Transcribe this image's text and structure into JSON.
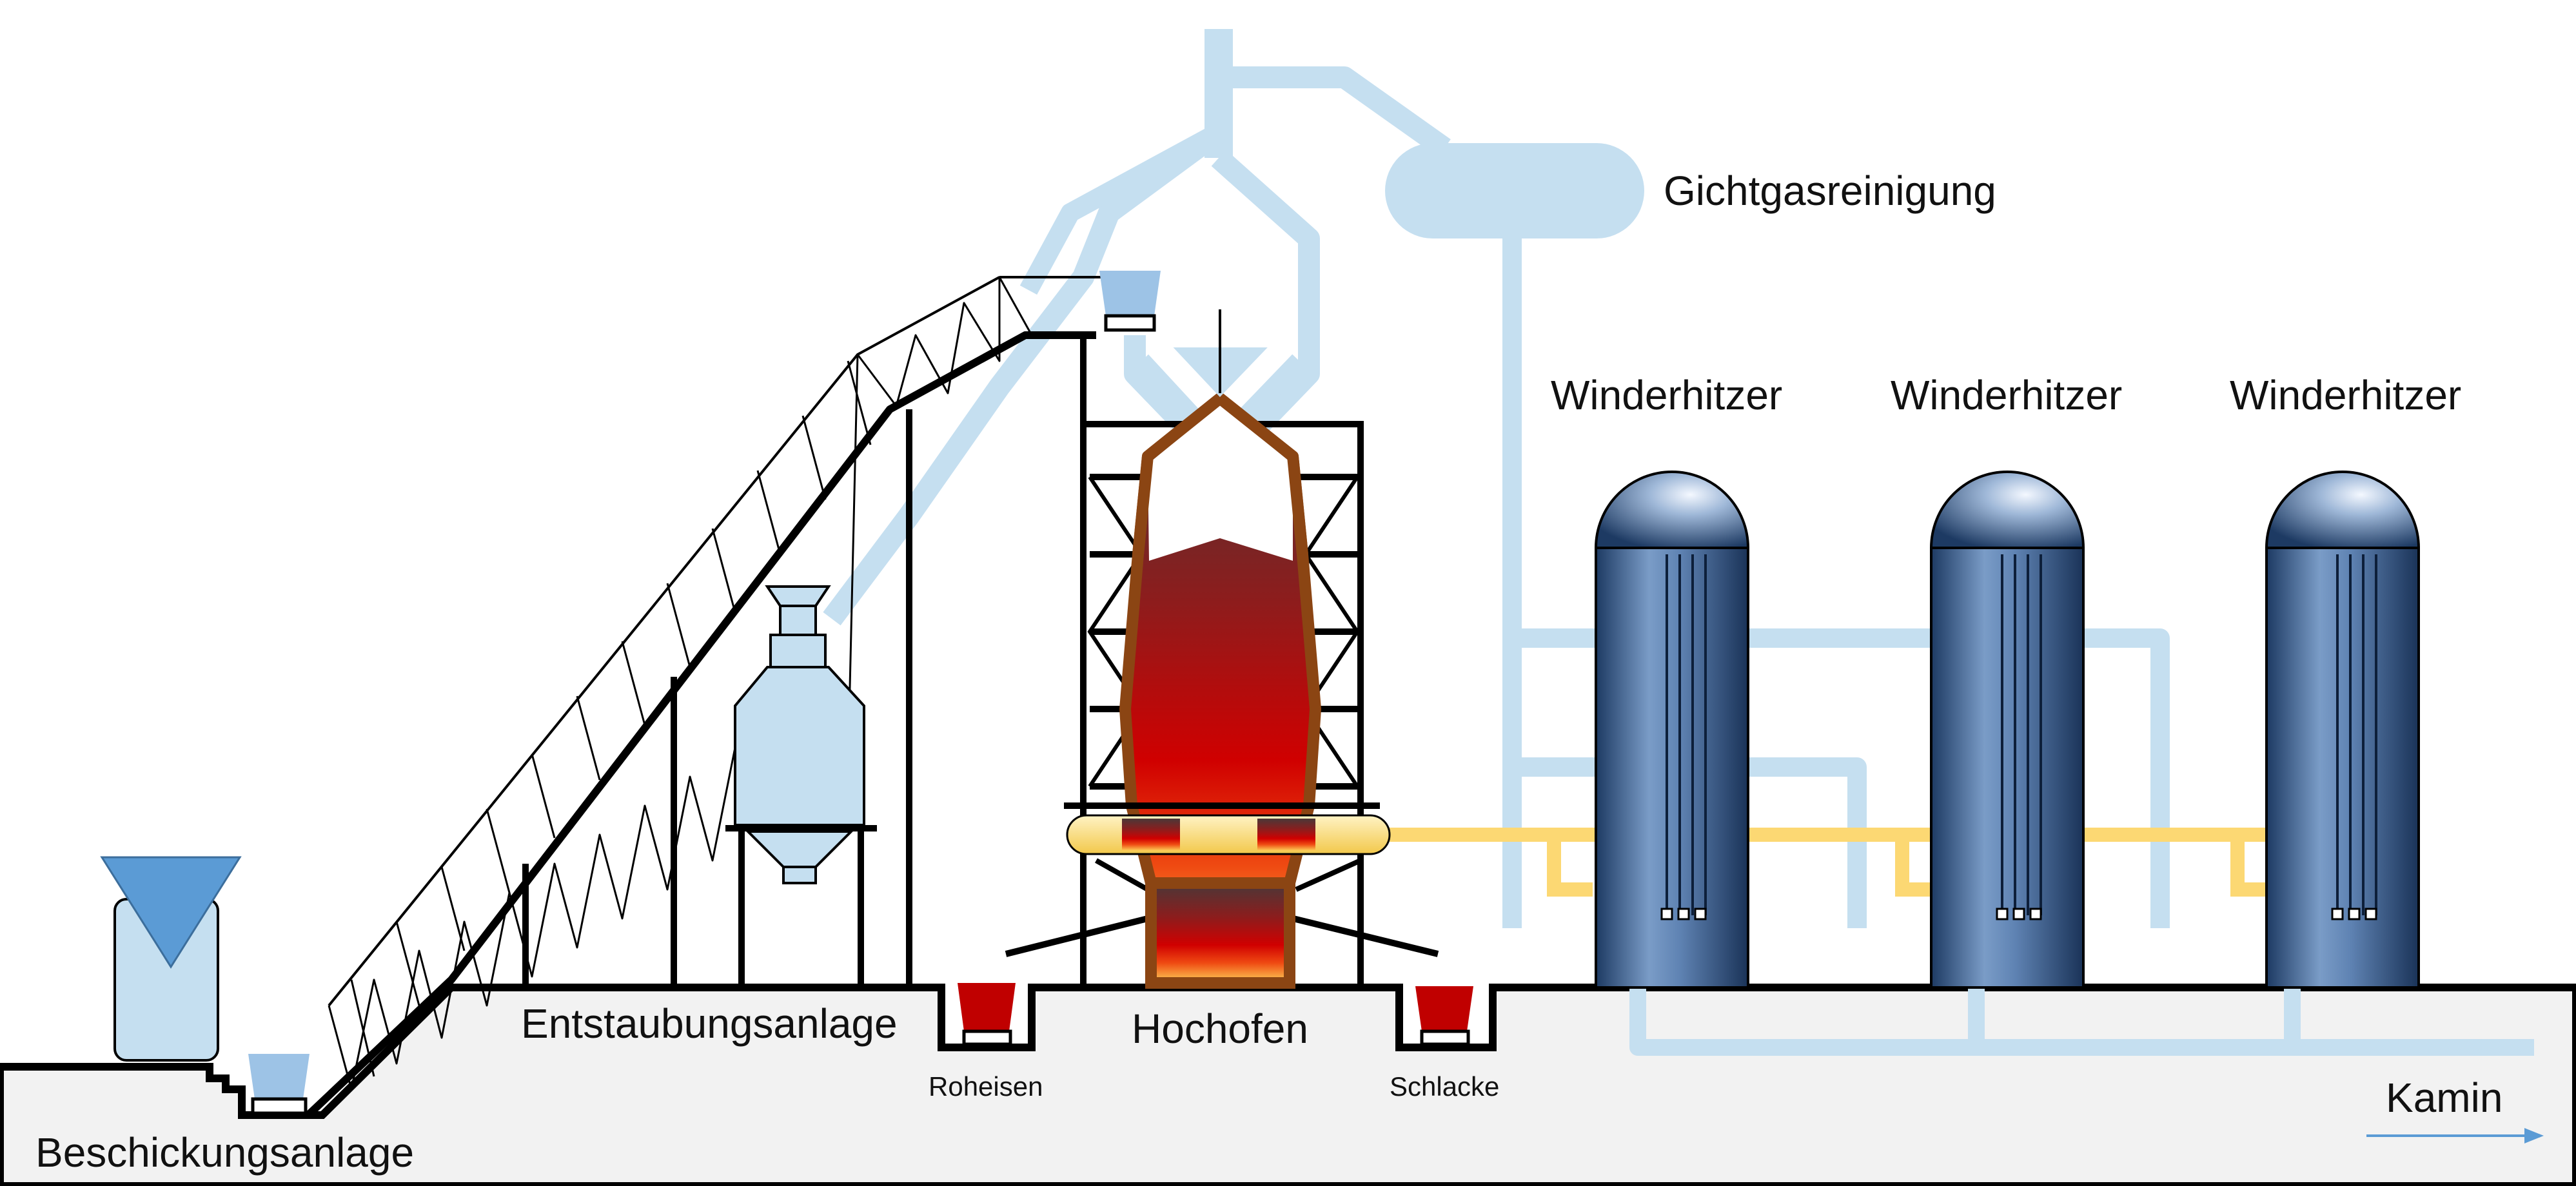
{
  "labels": {
    "gas_cleaning": "Gichtgasreinigung",
    "heater_1": "Winderhitzer",
    "heater_2": "Winderhitzer",
    "heater_3": "Winderhitzer",
    "dedusting": "Entstaubungsanlage",
    "furnace": "Hochofen",
    "charging": "Beschickungsanlage",
    "pig_iron": "Roheisen",
    "slag": "Schlacke",
    "chimney": "Kamin"
  },
  "colors": {
    "gas_pipe": "#c5dff0",
    "hot_blast": "#fcd873",
    "steel_structure": "#000000",
    "furnace_shell": "#8b4513",
    "heater_body": "#3a5f8f",
    "ladle": "#c00000",
    "hopper": "#5b9bd5",
    "ground": "#f2f2f2",
    "arrow": "#5b9bd5"
  }
}
